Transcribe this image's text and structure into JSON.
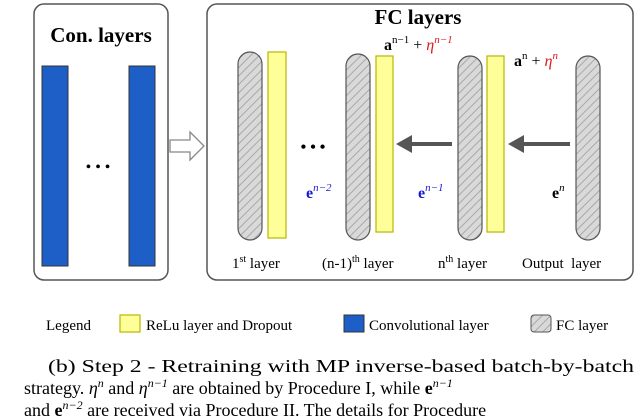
{
  "con_panel": {
    "title": "Con. layers",
    "ellipsis": "• • •"
  },
  "fc_panel": {
    "title": "FC layers",
    "ellipsis": "• • •",
    "top_left_a": "a",
    "top_left_a_sup": "n−1",
    "top_left_plus": "+",
    "top_left_eta": "η",
    "top_left_eta_sup": "n−1",
    "top_right_a": "a",
    "top_right_a_sup": "n",
    "top_right_plus": "+",
    "top_right_eta": "η",
    "top_right_eta_sup": "n",
    "e_n2": "e",
    "e_n2_sup": "n−2",
    "e_n1": "e",
    "e_n1_sup": "n−1",
    "e_n": "e",
    "e_n_sup": "n",
    "labels": {
      "first_pre": "1",
      "first_sup": "st",
      "first_post": " layer",
      "nm1_pre": "(n-1)",
      "nm1_sup": "th",
      "nm1_post": " layer",
      "n_pre": "n",
      "n_sup": "th",
      "n_post": " layer",
      "output": "Output  layer"
    }
  },
  "legend": {
    "title": "Legend",
    "relu": "ReLu layer and Dropout",
    "conv": "Convolutional layer",
    "fc": "FC layer"
  },
  "caption": {
    "line1": "(b) Step 2 - Retraining with MP inverse-based batch-by-batch",
    "line2_a": "strategy. ",
    "line2_eta1": "η",
    "line2_eta1_sup": "n",
    "line2_b": " and ",
    "line2_eta2": "η",
    "line2_eta2_sup": "n−1",
    "line2_c": " are obtained by Procedure I, while ",
    "line2_e": "e",
    "line2_e_sup": "n−1",
    "line3_a": "and ",
    "line3_e": "e",
    "line3_e_sup": "n−2",
    "line3_b": " are received via Procedure II. The details for Procedure"
  },
  "colors": {
    "relu_fill": "#ffff99",
    "relu_stroke": "#b8b800",
    "conv_fill": "#1d5fc7",
    "fc_fill": "#d0d0d0",
    "eta_red": "#e0161b",
    "e_blue": "#1a1acc",
    "arrow": "#555555"
  }
}
